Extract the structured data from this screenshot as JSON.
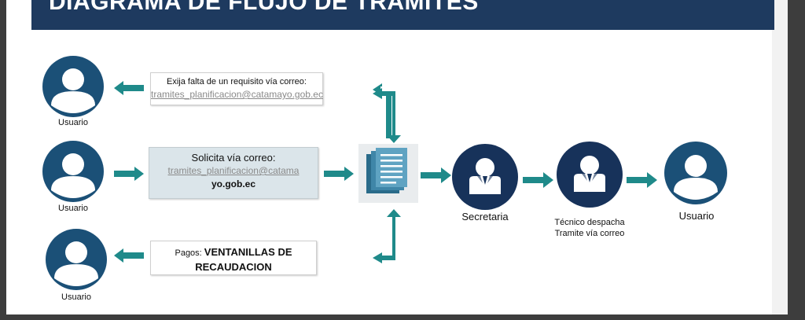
{
  "title": "DIAGRAMA DE FLUJO DE TRAMITES",
  "users": {
    "top": "Usuario",
    "middle": "Usuario",
    "bottom": "Usuario",
    "final": "Usuario"
  },
  "box_top": {
    "line1": "Exija falta de un requisito vía correo:",
    "email": "tramites_planificacion@catamayo.gob.ec"
  },
  "box_middle": {
    "line1": "Solicita vía correo:",
    "email": "tramites_planificacion@catama",
    "email_end": "yo.gob.ec"
  },
  "box_bottom": {
    "prefix": "Pagos: ",
    "strong1": "VENTANILLAS DE",
    "strong2": "RECAUDACION"
  },
  "secretaria": "Secretaria",
  "tecnico": {
    "line1": "Técnico despacha",
    "line2": "Tramite vía correo"
  },
  "colors": {
    "circle": "#1b5077",
    "circle_dark": "#17325a",
    "arrow": "#1f8a8a",
    "title_bg": "#1e3a5f"
  },
  "icons": {
    "user": "user-avatar-icon",
    "document": "document-stack-icon",
    "staff": "staff-icon"
  }
}
